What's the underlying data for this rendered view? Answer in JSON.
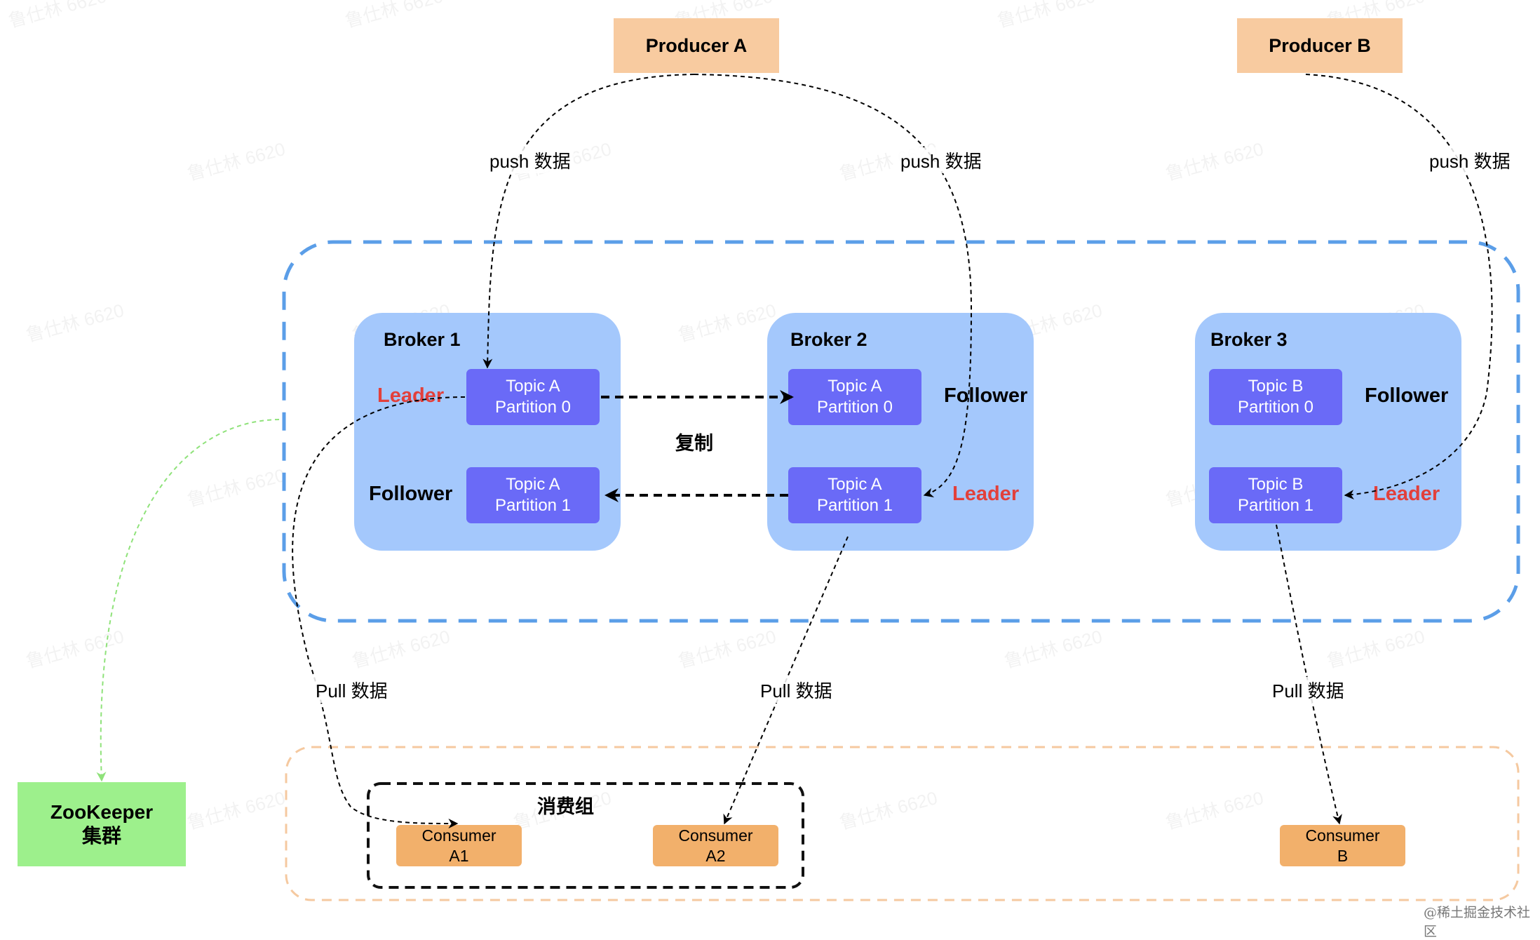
{
  "producers": {
    "a": "Producer A",
    "b": "Producer B"
  },
  "brokers": {
    "b1": {
      "title": "Broker 1",
      "p0": {
        "line1": "Topic A",
        "line2": "Partition 0",
        "role": "Leader"
      },
      "p1": {
        "line1": "Topic A",
        "line2": "Partition 1",
        "role": "Follower"
      }
    },
    "b2": {
      "title": "Broker 2",
      "p0": {
        "line1": "Topic A",
        "line2": "Partition 0",
        "role": "Follower"
      },
      "p1": {
        "line1": "Topic A",
        "line2": "Partition 1",
        "role": "Leader"
      }
    },
    "b3": {
      "title": "Broker 3",
      "p0": {
        "line1": "Topic B",
        "line2": "Partition 0",
        "role": "Follower"
      },
      "p1": {
        "line1": "Topic B",
        "line2": "Partition 1",
        "role": "Leader"
      }
    }
  },
  "replication_label": "复制",
  "edges": {
    "push_a_b1": "push 数据",
    "push_a_b2": "push 数据",
    "push_b_b3": "push 数据",
    "pull_a1": "Pull 数据",
    "pull_a2": "Pull 数据",
    "pull_b": "Pull 数据"
  },
  "consumer_group": {
    "title": "消费组",
    "a1": {
      "line1": "Consumer",
      "line2": "A1"
    },
    "a2": {
      "line1": "Consumer",
      "line2": "A2"
    }
  },
  "consumer_b": {
    "line1": "Consumer",
    "line2": "B"
  },
  "zookeeper": {
    "line1": "ZooKeeper",
    "line2": "集群"
  },
  "watermark_text": "鲁仕林 6620",
  "credit": "@稀土掘金技术社区",
  "colors": {
    "producer": "#f8cba0",
    "broker": "#a4c8fc",
    "partition": "#6a6af7",
    "leader": "#e2403b",
    "consumer": "#f2b06b",
    "zookeeper": "#9df08c",
    "cluster_border": "#5b9ee8",
    "consumer_area_border": "#f5c9a0",
    "zk_link": "#8fe27a"
  }
}
